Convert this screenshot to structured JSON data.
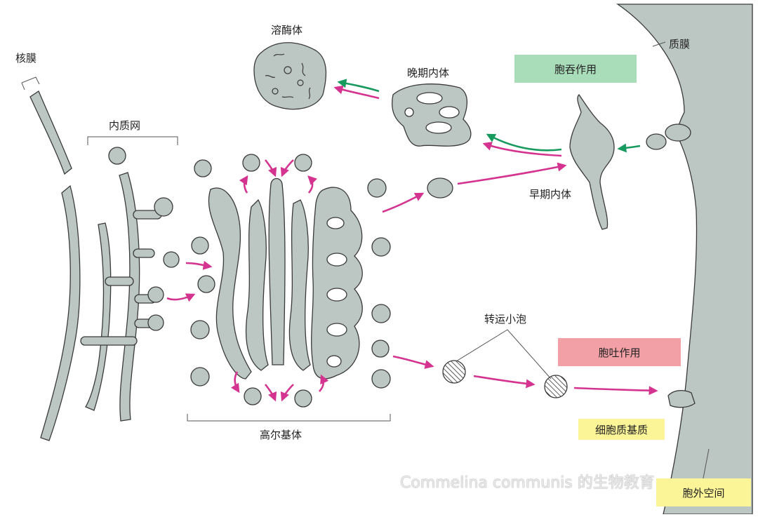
{
  "labels": {
    "nuclear_envelope": "核膜",
    "er": "内质网",
    "golgi": "高尔基体",
    "lysosome": "溶酶体",
    "late_endosome": "晚期内体",
    "early_endosome": "早期内体",
    "plasma_membrane": "质膜",
    "transport_vesicle": "转运小泡",
    "endocytosis": "胞吞作用",
    "exocytosis": "胞吐作用",
    "cytosol": "细胞质基质",
    "extracellular_space": "胞外空间"
  },
  "watermark": "Commelina communis 的生物教育",
  "colors": {
    "membrane": "#bcc7c3",
    "outline": "#3a3a3a",
    "secretory_arrow": "#d4338f",
    "endocytic_arrow": "#179a5d",
    "endocytosis_box": "#a9dcb9",
    "exocytosis_box": "#f2a0a5",
    "cytosol_box": "#fbf597",
    "extracellular_box": "#fbf597"
  }
}
